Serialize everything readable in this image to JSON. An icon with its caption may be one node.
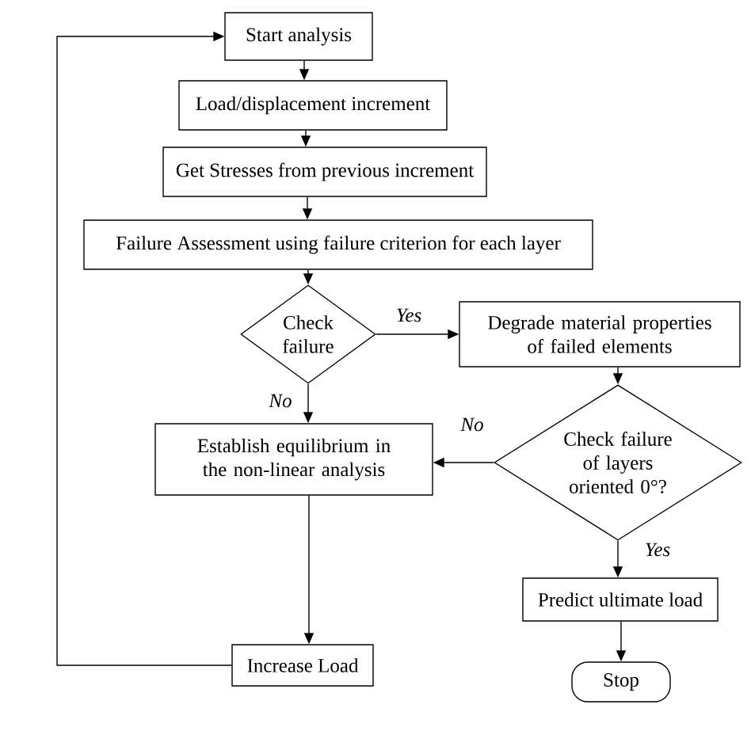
{
  "diagram": {
    "nodes": [
      {
        "text": [
          "Start analysis"
        ]
      },
      {
        "text": [
          "Load/displacement increment"
        ]
      },
      {
        "text": [
          "Get Stresses from previous increment"
        ]
      },
      {
        "text": [
          "Failure Assessment using failure criterion for each layer"
        ]
      },
      {
        "text": [
          "Check failure"
        ]
      },
      {
        "text": [
          "Degrade material properties of failed elements"
        ]
      },
      {
        "text": [
          "Establish equilibrium in the non-linear analysis"
        ]
      },
      {
        "text": [
          "Check failure of layers oriented 0°?"
        ]
      },
      {
        "text": [
          "Predict ultimate load"
        ]
      },
      {
        "text": [
          "Increase Load"
        ]
      },
      {
        "text": [
          "Stop"
        ]
      }
    ],
    "edges": [
      {
        "from": 0,
        "to": 1,
        "arrow": "to"
      },
      {
        "from": 1,
        "to": 2,
        "arrow": "to"
      },
      {
        "from": 2,
        "to": 3,
        "arrow": "to"
      },
      {
        "from": 3,
        "to": 4,
        "arrow": "to"
      },
      {
        "from": 4,
        "to": 5,
        "arrow": "to",
        "label": "Yes"
      },
      {
        "from": 4,
        "to": 6,
        "arrow": "to",
        "label": "No"
      },
      {
        "from": 5,
        "to": 7,
        "arrow": "to"
      },
      {
        "from": 7,
        "to": 6,
        "arrow": "to",
        "label": "No"
      },
      {
        "from": 7,
        "to": 8,
        "arrow": "to",
        "label": "Yes"
      },
      {
        "from": 6,
        "to": 9,
        "arrow": "to"
      },
      {
        "from": 9,
        "to": 0,
        "arrow": "to"
      },
      {
        "from": 8,
        "to": 10,
        "arrow": "to"
      }
    ]
  }
}
